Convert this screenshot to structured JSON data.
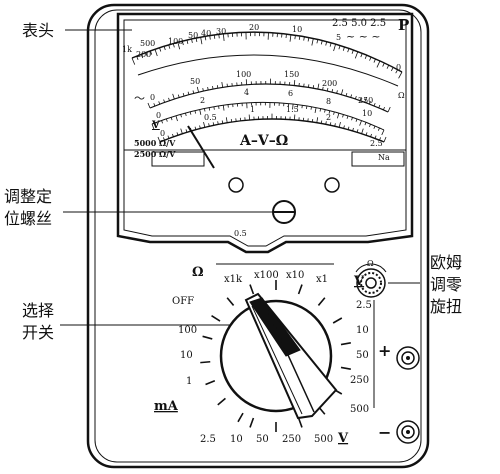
{
  "callouts": {
    "meter_head": "表头",
    "zero_adjust_line1": "调整定",
    "zero_adjust_line2": "位螺丝",
    "selector_line1": "选择",
    "selector_line2": "开关",
    "ohm_knob_line1": "欧姆",
    "ohm_knob_line2": "调零",
    "ohm_knob_line3": "旋扭"
  },
  "dial_face": {
    "ohm_scale_labels": [
      "1k",
      "500",
      "200",
      "100",
      "50",
      "40",
      "30",
      "20",
      "10",
      "5",
      "0"
    ],
    "top_right": "2.5 5.0 2.5",
    "top_right_p": "P",
    "dc_scale_labels": [
      "0",
      "50",
      "100",
      "150",
      "200",
      "250"
    ],
    "mid_scale_labels": [
      "0",
      "2",
      "4",
      "6",
      "8",
      "10"
    ],
    "low_scale_labels": [
      "0",
      "0.5",
      "1",
      "1.5",
      "2",
      "2.5"
    ],
    "dc_v_symbol": "V",
    "sensitivity_dc": "5000 Ω/V",
    "sensitivity_ac": "2500 Ω/V",
    "center_label": "A–V–Ω",
    "na_label": "Na",
    "ohm_unit": "Ω",
    "bottom_mark": "0.5"
  },
  "range_labels": {
    "ohm_symbol": "Ω",
    "ohm_ranges": [
      "x1k",
      "x100",
      "x10",
      "x1"
    ],
    "off_label": "OFF",
    "dcv_symbol": "V",
    "dcv_ranges": [
      "2.5",
      "10",
      "50",
      "250",
      "500"
    ],
    "ma_symbol": "mA",
    "ma_ranges": [
      "100",
      "10",
      "1"
    ],
    "acv_bottom_ranges": [
      "2.5",
      "10",
      "50",
      "250",
      "500"
    ],
    "acv_symbol": "V"
  },
  "ohm_knob_symbol": "Ω",
  "terminals": {
    "positive": "+",
    "negative": "−"
  }
}
